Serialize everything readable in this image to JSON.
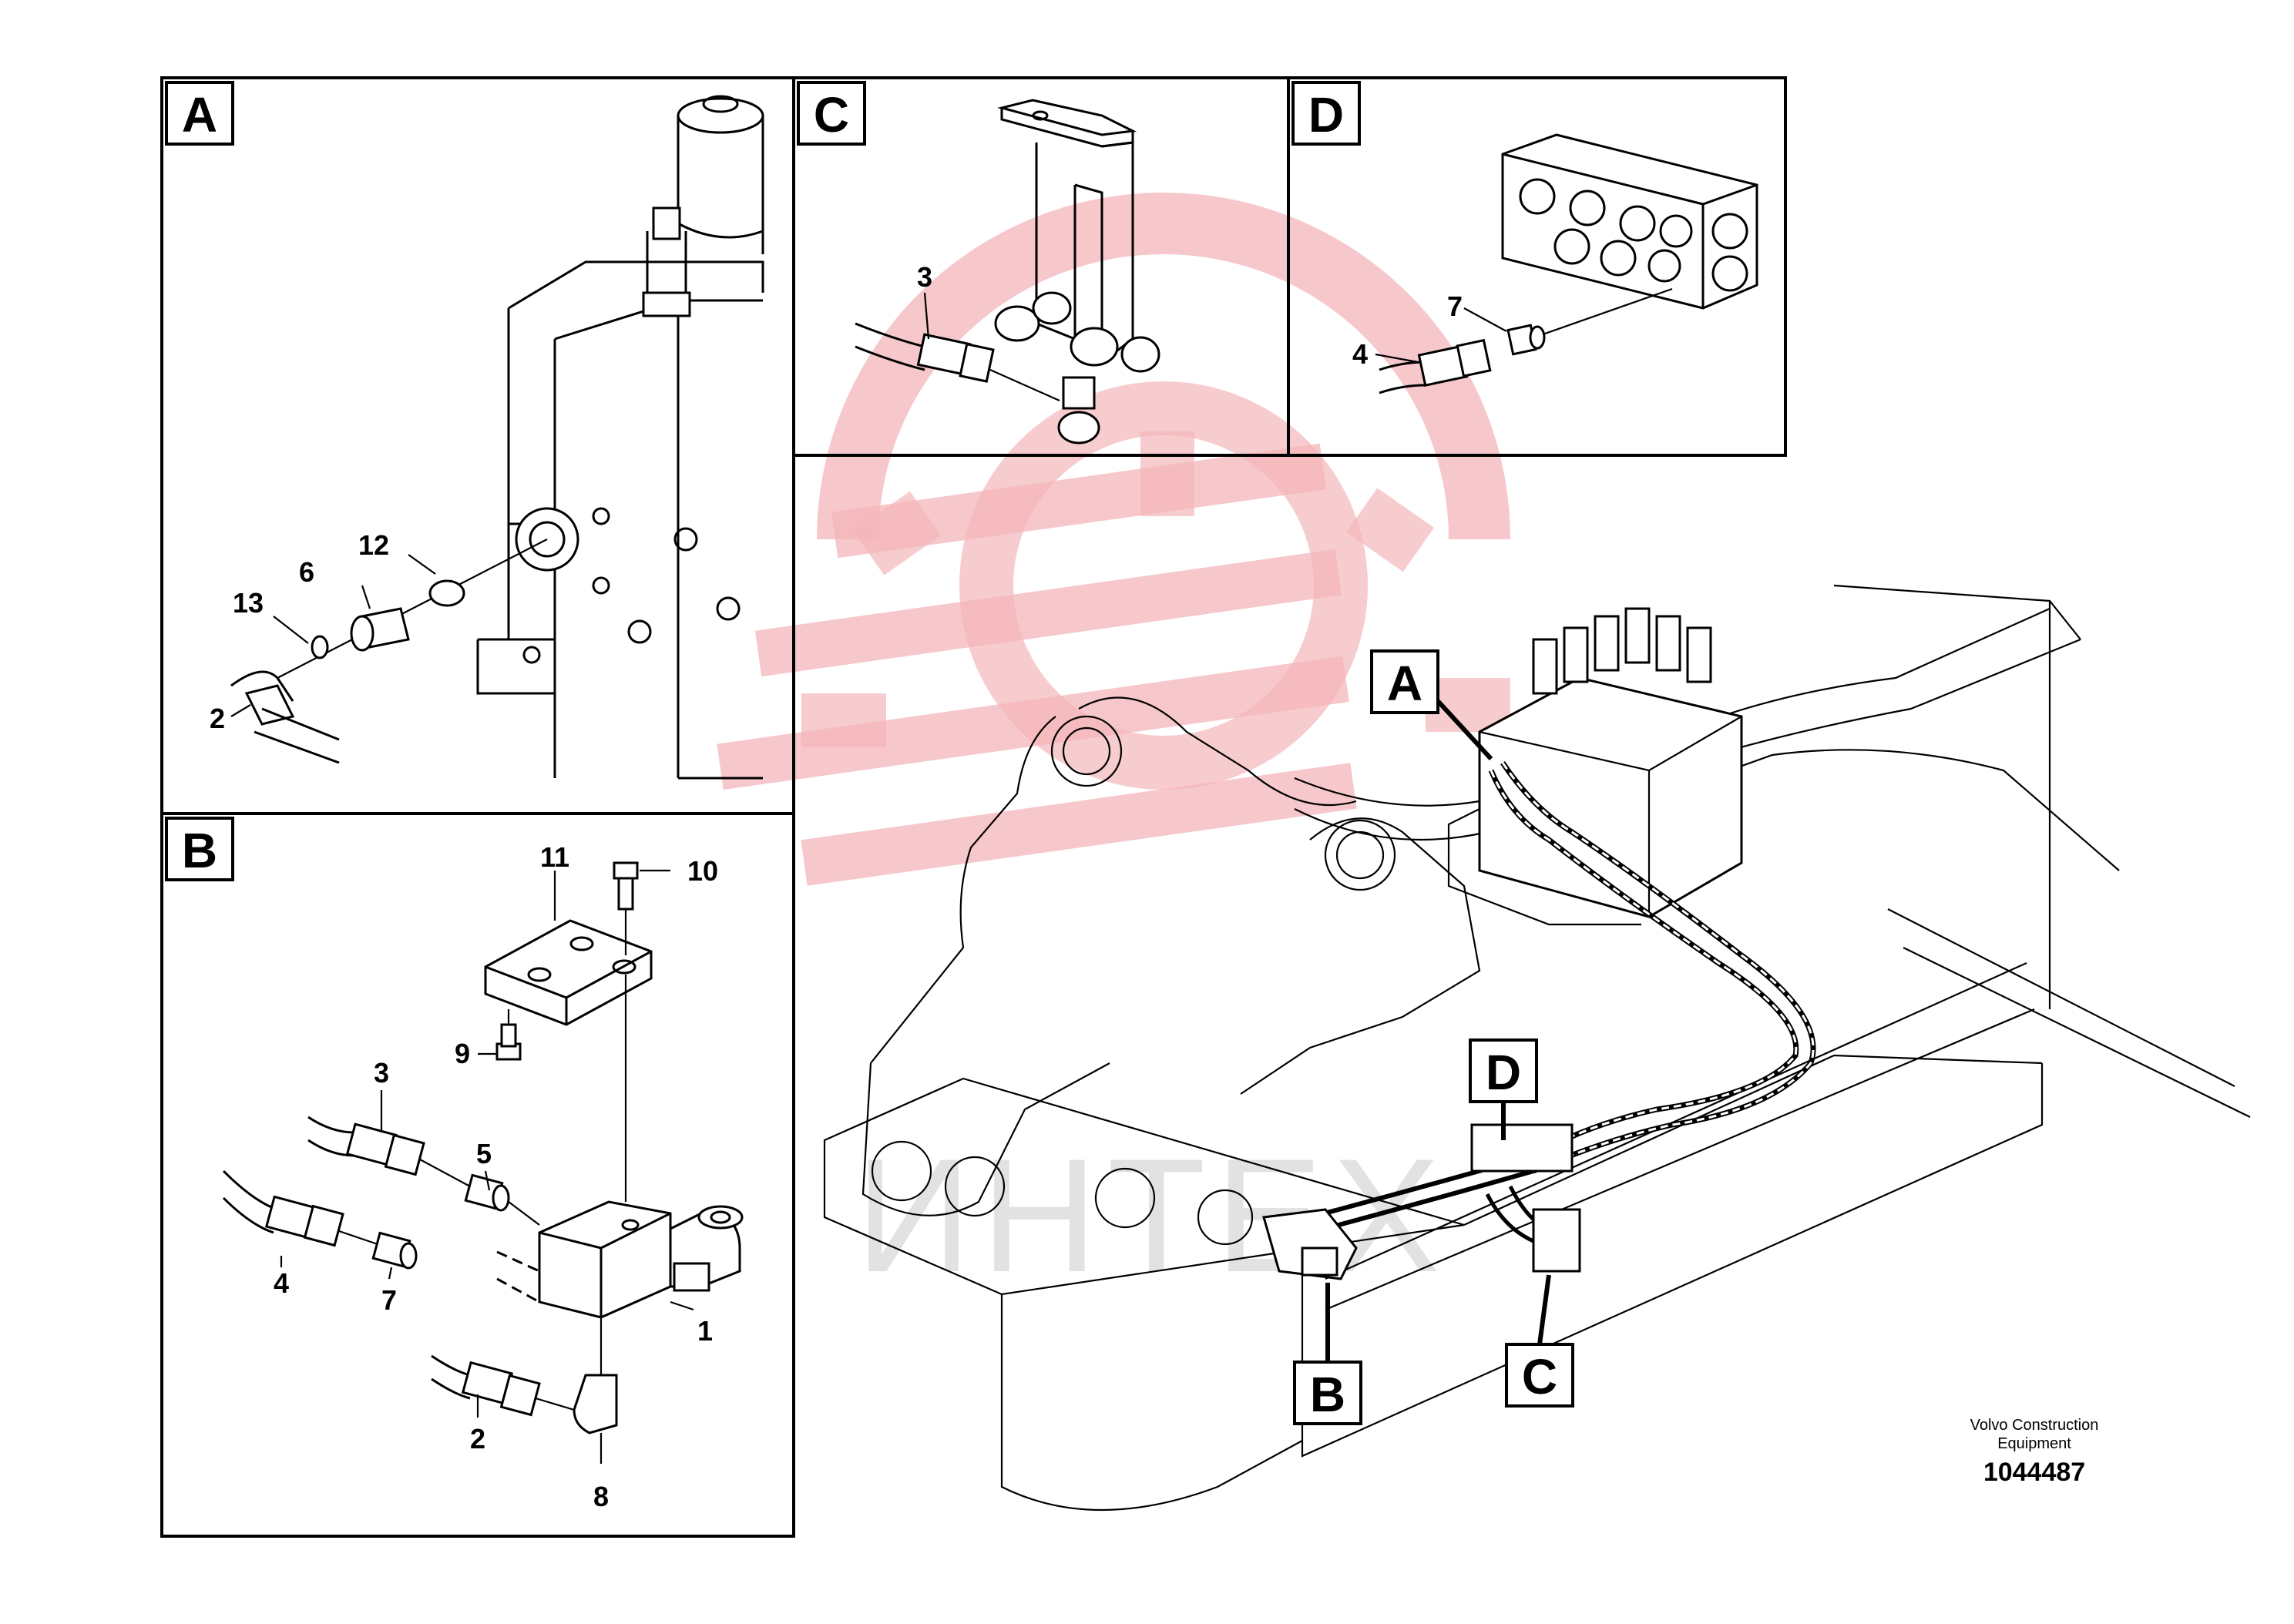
{
  "panels": [
    {
      "letter": "A",
      "callouts": [
        "12",
        "6",
        "13",
        "2"
      ]
    },
    {
      "letter": "B",
      "callouts": [
        "11",
        "10",
        "9",
        "3",
        "5",
        "4",
        "7",
        "1",
        "2",
        "8"
      ]
    },
    {
      "letter": "C",
      "callouts": [
        "3"
      ]
    },
    {
      "letter": "D",
      "callouts": [
        "7",
        "4"
      ]
    }
  ],
  "main_view_markers": [
    "A",
    "D",
    "B",
    "C"
  ],
  "watermark": {
    "text": "ИНТЕХ",
    "color": "#f4b6b9"
  },
  "footer": {
    "company": "Volvo Construction Equipment",
    "company_line1": "Volvo Construction",
    "company_line2": "Equipment",
    "drawing_number": "1044487"
  }
}
